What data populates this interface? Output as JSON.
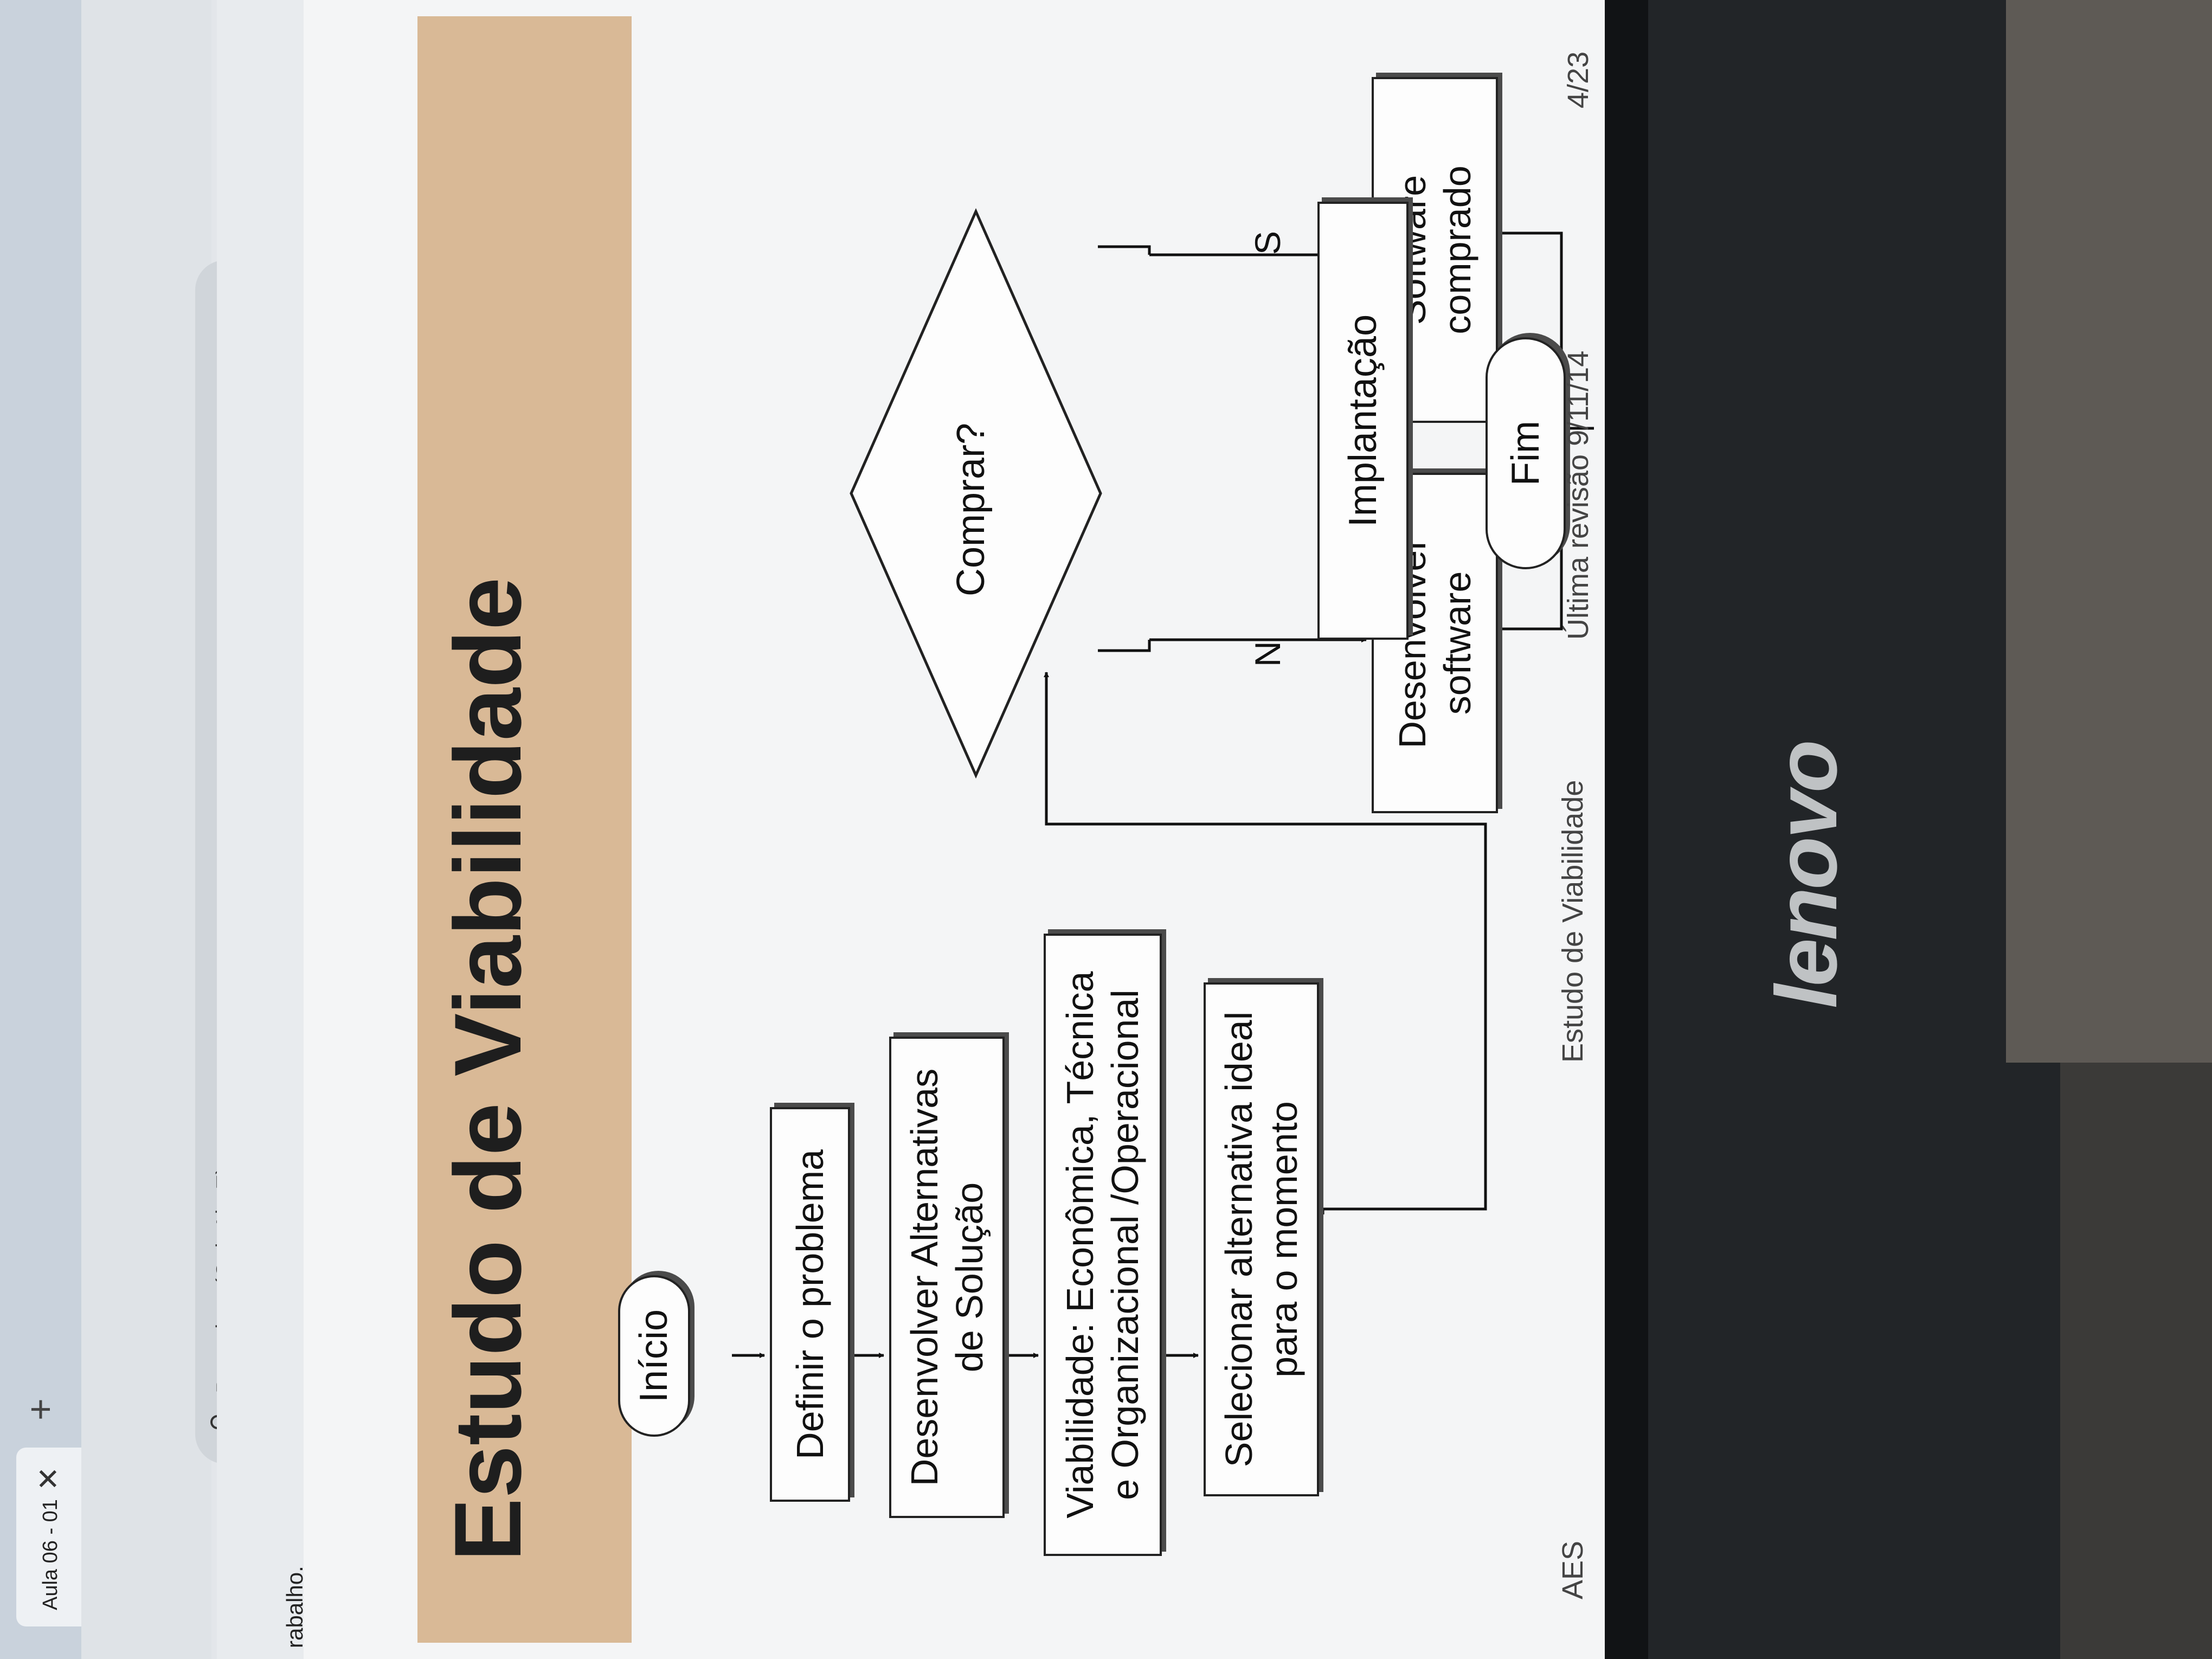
{
  "browser": {
    "tab_title": "Aula 06 - 01",
    "tab_close": "✕",
    "new_tab": "+",
    "search_placeholder": "Pesquisar (Ctrl+Alt+E)",
    "hint_text": "rabalho."
  },
  "slide": {
    "title": "Estudo de Viabilidade",
    "flow": {
      "start": "Início",
      "step1": "Definir o problema",
      "step2_line1": "Desenvolver Alternativas",
      "step2_line2": "de Solução",
      "step3_line1": "Viabilidade: Econômica, Técnica",
      "step3_line2": "e Organizacional /Operacional",
      "step4_line1": "Selecionar alternativa ideal",
      "step4_line2": "para o momento",
      "decision": "Comprar?",
      "no_label": "N",
      "yes_label": "S",
      "dev_line1": "Desenvolver",
      "dev_line2": "software",
      "buy_line1": "Software",
      "buy_line2": "comprado",
      "deploy": "Implantação",
      "end": "Fim"
    },
    "footer": {
      "left": "AES",
      "center": "Estudo de Viabilidade",
      "revision": "Última revisão 9/11/14",
      "page": "4/23"
    }
  },
  "monitor": {
    "brand": "lenovo"
  }
}
